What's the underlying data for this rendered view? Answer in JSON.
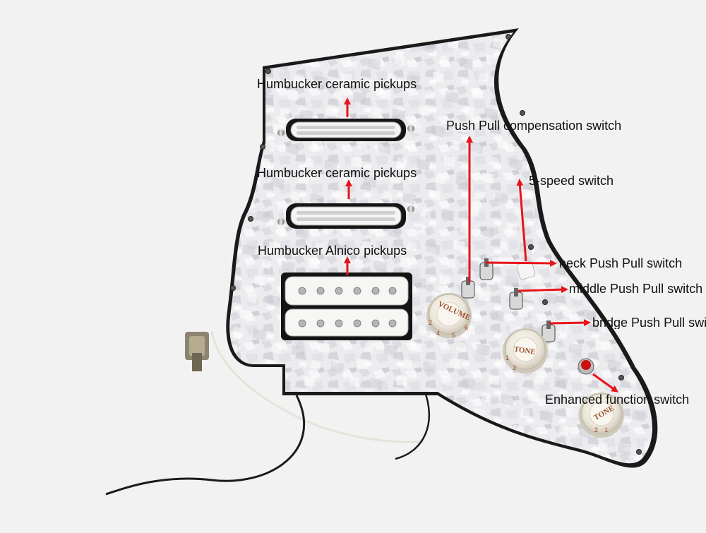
{
  "labels": {
    "neck_pickup": "Humbucker ceramic pickups",
    "middle_pickup": "Humbucker ceramic pickups",
    "bridge_pickup_prefix": "Humbucker ",
    "bridge_pickup_bold": "Alnico pickups",
    "compensation_switch": "Push Pull compensation switch",
    "five_speed_switch": "5-speed switch",
    "neck_push_pull": "neck Push Pull switch",
    "middle_push_pull": "middle Push Pull switch",
    "bridge_push_pull": "bridge Push Pull switch",
    "enhanced_switch": "Enhanced function switch"
  },
  "knobs": {
    "volume": "VOLUME",
    "tone": "TONE",
    "tone2": "TONE",
    "scale": [
      "1",
      "2",
      "3",
      "4",
      "5",
      "6"
    ]
  },
  "colors": {
    "background": "#f2f2f2",
    "pickguard": "#ececee",
    "pickguard_edge": "#1a1a1a",
    "arrow": "#e8141a",
    "push_button": "#cc1111",
    "knob_text": "#a0522d"
  }
}
